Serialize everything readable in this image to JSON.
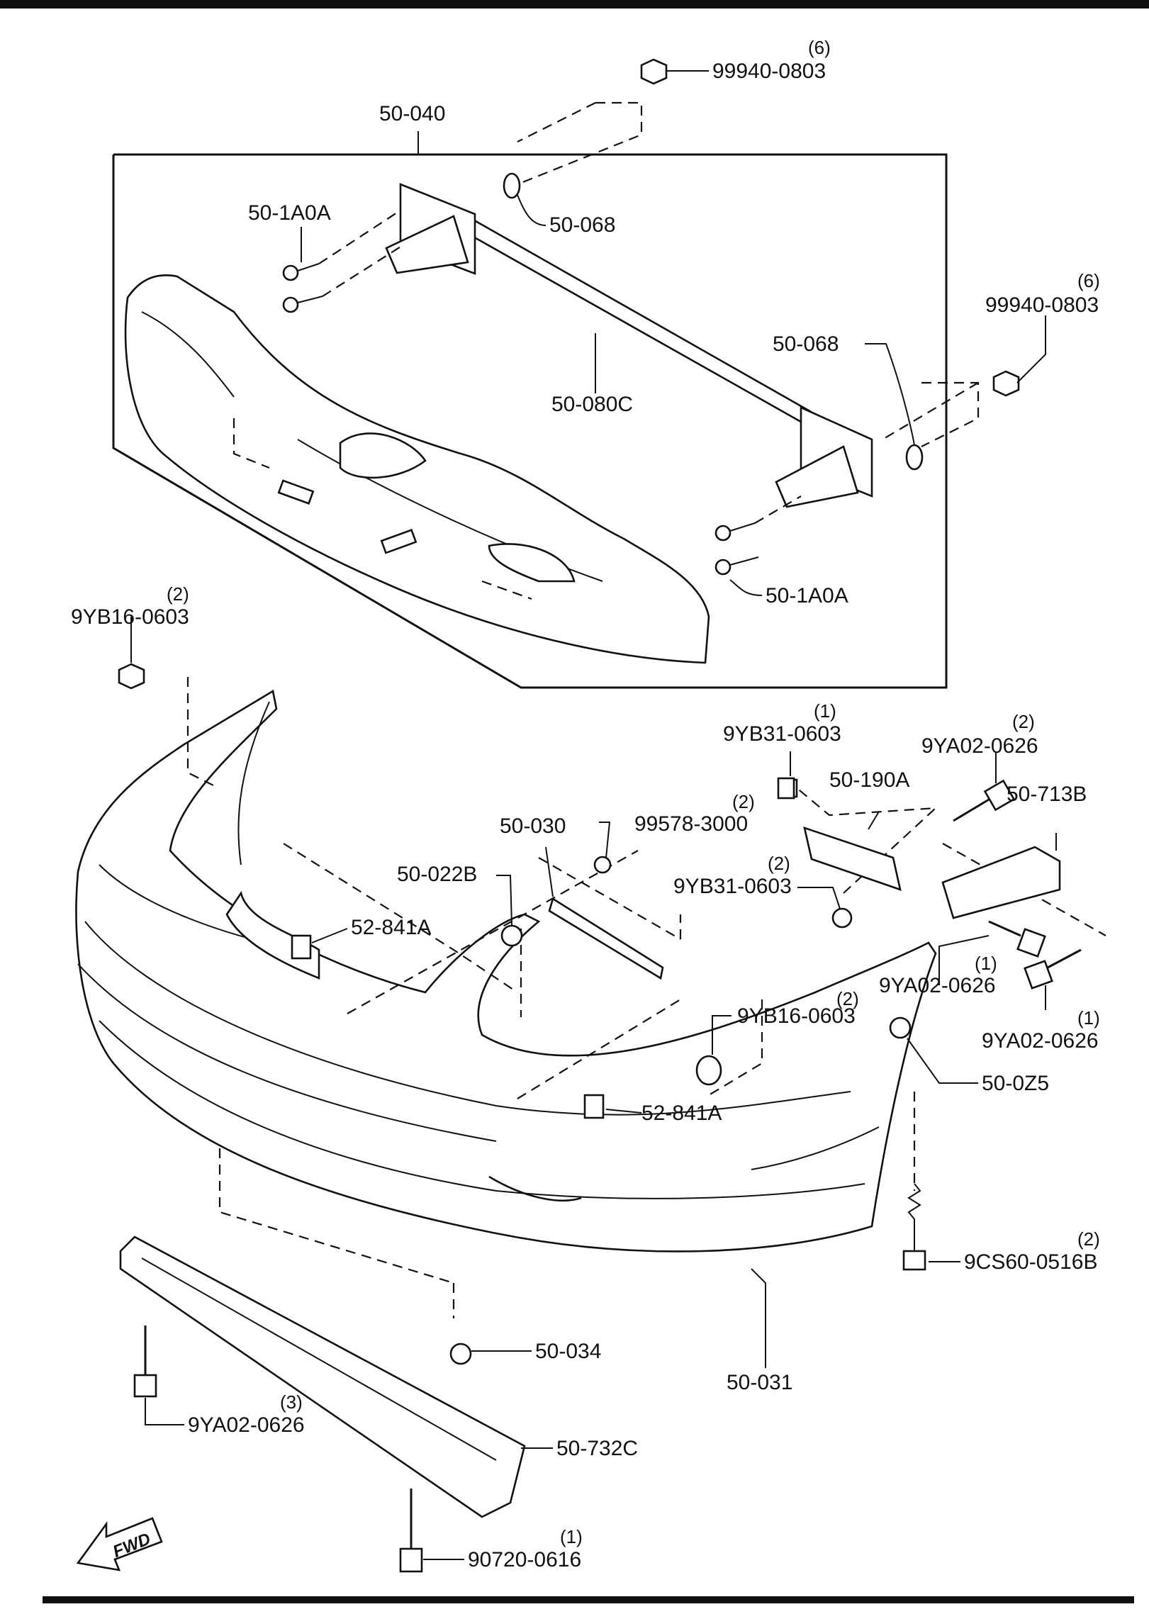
{
  "parts": [
    {
      "id": "p1",
      "number": "99940-0803",
      "qty": "(6)"
    },
    {
      "id": "p2",
      "number": "50-040",
      "qty": ""
    },
    {
      "id": "p3",
      "number": "50-1A0A",
      "qty": ""
    },
    {
      "id": "p4",
      "number": "50-068",
      "qty": ""
    },
    {
      "id": "p5",
      "number": "99940-0803",
      "qty": "(6)"
    },
    {
      "id": "p6",
      "number": "50-068",
      "qty": ""
    },
    {
      "id": "p7",
      "number": "50-080C",
      "qty": ""
    },
    {
      "id": "p8",
      "number": "50-1A0A",
      "qty": ""
    },
    {
      "id": "p9",
      "number": "9YB16-0603",
      "qty": "(2)"
    },
    {
      "id": "p10",
      "number": "9YB31-0603",
      "qty": "(1)"
    },
    {
      "id": "p11",
      "number": "9YA02-0626",
      "qty": "(2)"
    },
    {
      "id": "p12",
      "number": "50-190A",
      "qty": ""
    },
    {
      "id": "p13",
      "number": "50-713B",
      "qty": ""
    },
    {
      "id": "p14",
      "number": "50-030",
      "qty": ""
    },
    {
      "id": "p15",
      "number": "99578-3000",
      "qty": "(2)"
    },
    {
      "id": "p16",
      "number": "50-022B",
      "qty": ""
    },
    {
      "id": "p17",
      "number": "9YB31-0603",
      "qty": "(2)"
    },
    {
      "id": "p18",
      "number": "52-841A",
      "qty": ""
    },
    {
      "id": "p19",
      "number": "9YA02-0626",
      "qty": "(1)"
    },
    {
      "id": "p20",
      "number": "9YB16-0603",
      "qty": "(2)"
    },
    {
      "id": "p21",
      "number": "9YA02-0626",
      "qty": "(1)"
    },
    {
      "id": "p22",
      "number": "52-841A",
      "qty": ""
    },
    {
      "id": "p23",
      "number": "50-0Z5",
      "qty": ""
    },
    {
      "id": "p24",
      "number": "9CS60-0516B",
      "qty": "(2)"
    },
    {
      "id": "p25",
      "number": "50-034",
      "qty": ""
    },
    {
      "id": "p26",
      "number": "50-031",
      "qty": ""
    },
    {
      "id": "p27",
      "number": "9YA02-0626",
      "qty": "(3)"
    },
    {
      "id": "p28",
      "number": "50-732C",
      "qty": ""
    },
    {
      "id": "p29",
      "number": "90720-0616",
      "qty": "(1)"
    }
  ],
  "fwd_label": "FWD"
}
